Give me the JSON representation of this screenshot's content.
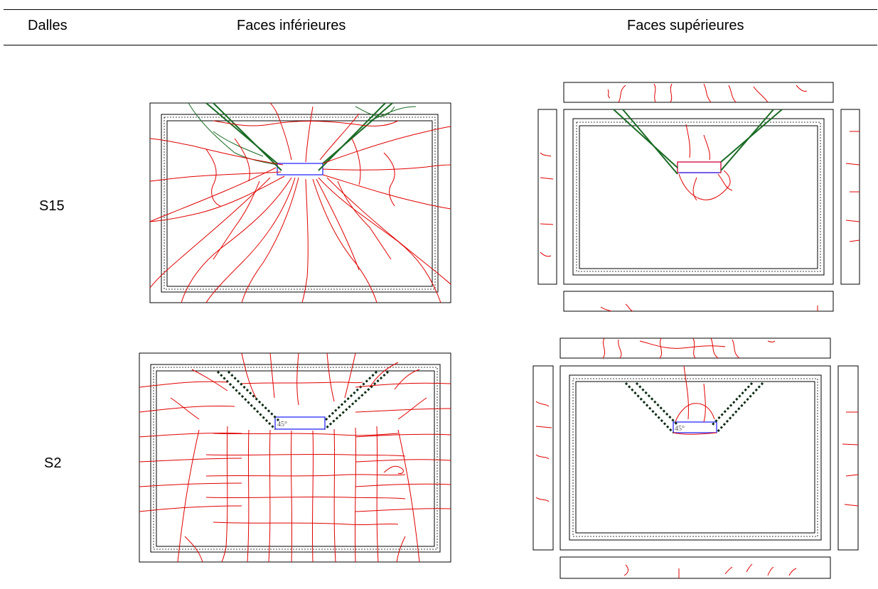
{
  "table": {
    "headers": {
      "col1": "Dalles",
      "col2": "Faces inférieures",
      "col3": "Faces supérieures"
    },
    "rows": [
      {
        "label": "S15"
      },
      {
        "label": "S2",
        "angle_label": "45°"
      }
    ]
  },
  "colors": {
    "cracks": "#e00000",
    "cone_lines": "#1a6b25",
    "load_plate": "#2a2aff",
    "rules": "#000000"
  }
}
